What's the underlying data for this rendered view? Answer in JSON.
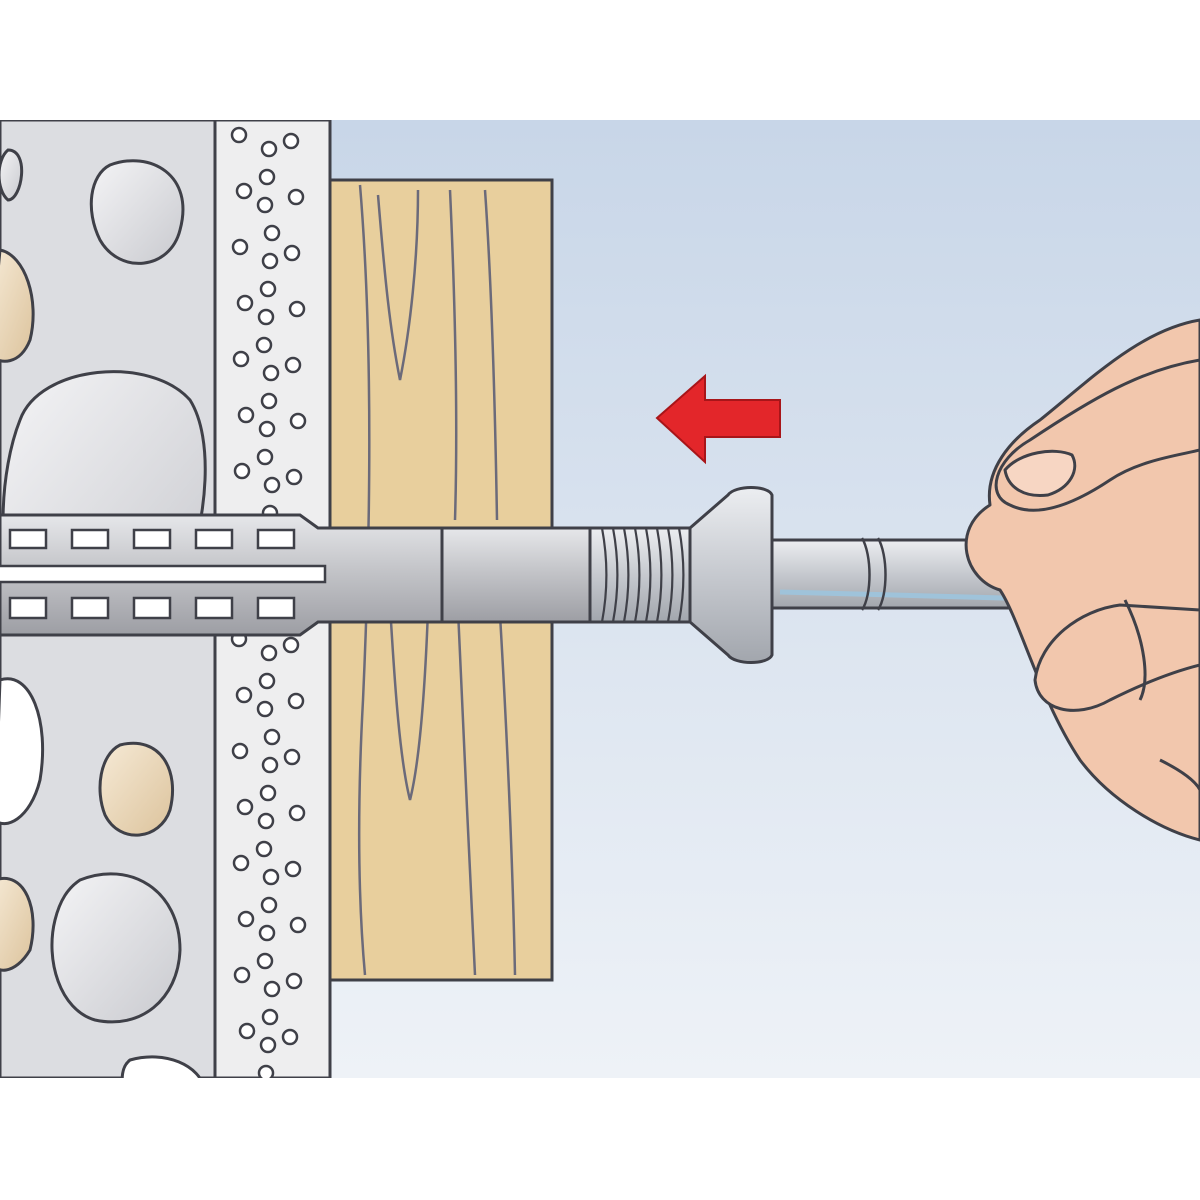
{
  "colors": {
    "background": "#ffffff",
    "sky_top": "#c8d6e8",
    "sky_bottom": "#eef2f7",
    "wall": "#dcdde1",
    "plaster": "#eeeeef",
    "wood": "#e8cf9d",
    "wood_grain": "#6b6a7a",
    "stone_grey": "#cfd0d4",
    "stone_beige": "#e8d6b8",
    "stone_white": "#ffffff",
    "anchor_metal": "#c7c8cc",
    "screw_metal": "#bfc4cc",
    "screw_shine": "#9fc3da",
    "skin": "#f2c7ad",
    "arrow_red": "#e3262a",
    "outline": "#3f4048"
  },
  "diagram": {
    "direction": "left",
    "parts": [
      "masonry-wall",
      "plaster-layer",
      "wooden-batten",
      "plastic-anchor",
      "nail-screw",
      "hand",
      "direction-arrow"
    ]
  }
}
